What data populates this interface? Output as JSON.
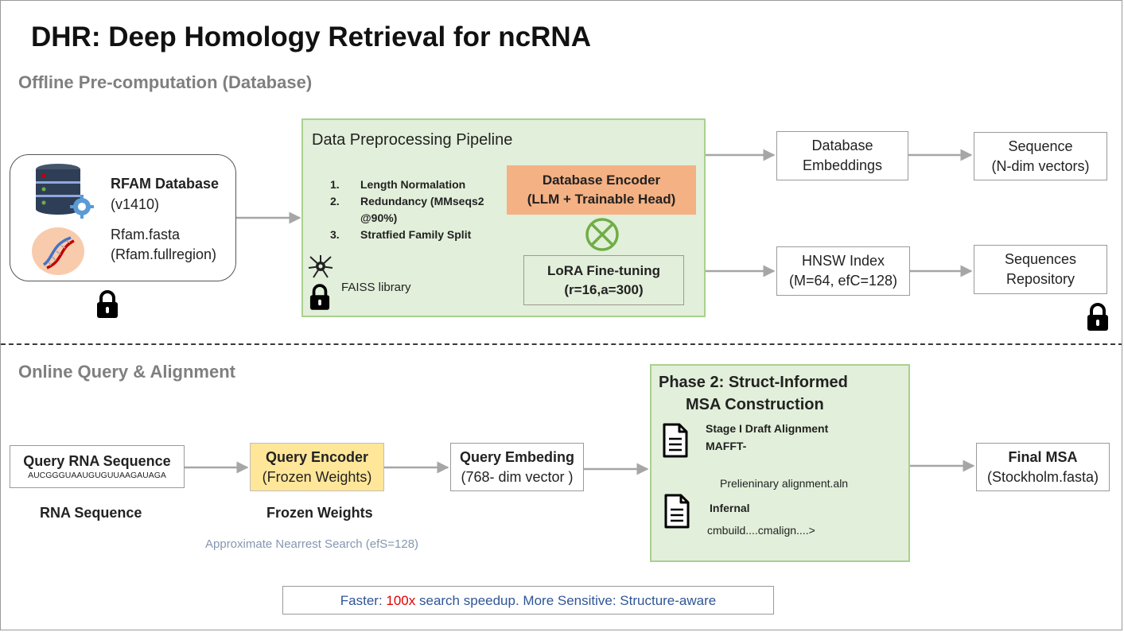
{
  "title": "DHR: Deep Homology Retrieval for ncRNA",
  "offline": {
    "heading": "Offline Pre-computation (Database)",
    "rfam": {
      "name": "RFAM Database",
      "version": "(v1410)",
      "file": "Rfam.fasta",
      "file_detail": "(Rfam.fullregion)"
    },
    "pipeline": {
      "title": "Data Preprocessing Pipeline",
      "steps": [
        {
          "num": "1.",
          "label": "Length Normalation"
        },
        {
          "num": "2.",
          "label": "Redundancy (MMseqs2"
        },
        {
          "num": "",
          "label": "@90%)"
        },
        {
          "num": "3.",
          "label": "Stratfied Family Split"
        }
      ],
      "encoder_line1": "Database Encoder",
      "encoder_line2": "(LLM + Trainable Head)",
      "lora_line1": "LoRA Fine-tuning",
      "lora_line2": "(r=16,a=300)",
      "faiss_label": "FAISS library"
    },
    "db_embeddings": {
      "line1": "Database",
      "line2": "Embeddings"
    },
    "sequence": {
      "line1": "Sequence",
      "line2": "(N-dim vectors)"
    },
    "hnsw": {
      "line1": "HNSW Index",
      "line2": "(M=64, efC=128)"
    },
    "repo": {
      "line1": "Sequences",
      "line2": "Repository"
    }
  },
  "online": {
    "heading": "Online Query & Alignment",
    "query_rna": {
      "title": "Query RNA Sequence",
      "seq": "AUCGGGUAAUGUGUUAAGAUAGA",
      "caption": "RNA Sequence"
    },
    "query_encoder": {
      "line1": "Query Encoder",
      "line2": "(Frozen Weights)",
      "caption": "Frozen Weights"
    },
    "ann_caption": "Approximate Nearrest Search (efS=128)",
    "query_embedding": {
      "line1": "Query Embeding",
      "line2": "(768- dim vector )"
    },
    "phase2": {
      "title_line1": "Phase 2: Struct-Informed",
      "title_line2": "MSA Construction",
      "stage1_title": "Stage I Draft Alignment",
      "stage1_tool": "MAFFT-",
      "prelim": "Prelieninary alignment.aln",
      "infernal": "Infernal",
      "cmbuild": "cmbuild....cmalign....>"
    },
    "final_msa": {
      "line1": "Final MSA",
      "line2": "(Stockholm.fasta)"
    }
  },
  "footer": {
    "part1": "Faster: ",
    "highlight": "100x",
    "part2": " search speedup. More Sensitive: Structure-aware"
  },
  "colors": {
    "green_fill": "#e2efda",
    "green_border": "#a9d18e",
    "orange": "#f4b183",
    "yellow": "#ffe699",
    "arrow": "#a6a6a6",
    "footer_text": "#2f5597",
    "footer_highlight": "#e00000"
  }
}
